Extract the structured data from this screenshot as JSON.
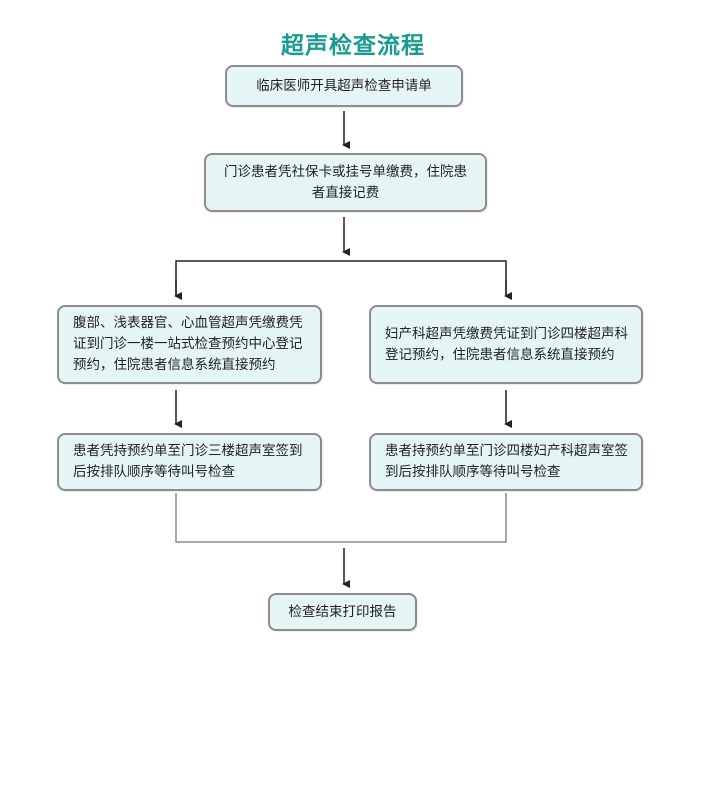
{
  "title": "超声检查流程",
  "colors": {
    "title": "#1a9a92",
    "box_fill": "#e5f5f5",
    "box_border": "#8c8c8c",
    "connector": "#222222",
    "merge_line": "#8c8c8c"
  },
  "steps": {
    "request": "临床医师开具超声检查申请单",
    "payment": "门诊患者凭社保卡或挂号单缴费，住院患者直接记费",
    "general_booking": "腹部、浅表器官、心血管超声凭缴费凭证到门诊一楼一站式检查预约中心登记预约，住院患者信息系统直接预约",
    "obgyn_booking": "妇产科超声凭缴费凭证到门诊四楼超声科登记预约，住院患者信息系统直接预约",
    "general_checkin": "患者凭持预约单至门诊三楼超声室签到后按排队顺序等待叫号检查",
    "obgyn_checkin": "患者持预约单至门诊四楼妇产科超声室签到后按排队顺序等待叫号检查",
    "report": "检查结束打印报告"
  }
}
